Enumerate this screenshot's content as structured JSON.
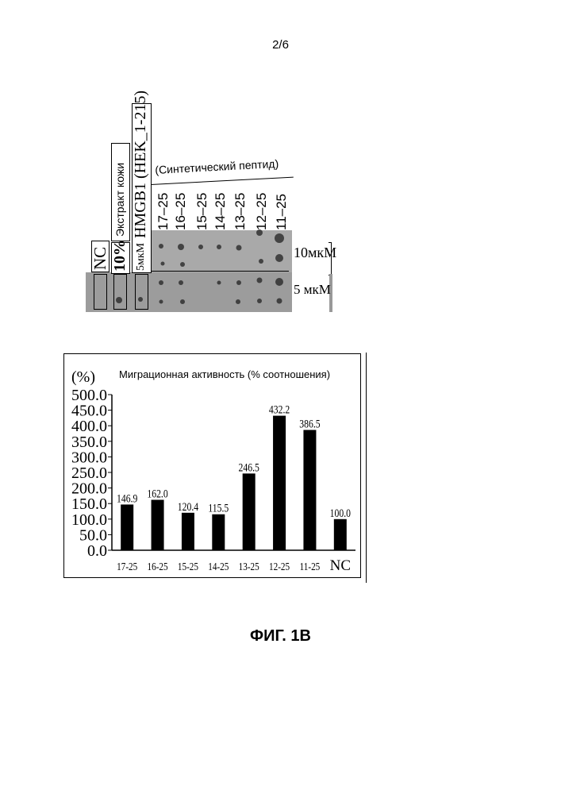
{
  "page_number": "2/6",
  "blot": {
    "label_nc": "NC",
    "label_percent": "10%",
    "label_extract": "Экстракт кожи",
    "label_5mkm": "5мкМ",
    "label_hmgb1": "HMGB1 (HEK_1-215)",
    "synthetic_header": "(Синтетический пептид)",
    "peptides": [
      "17–25",
      "16–25",
      "15–25",
      "14–25",
      "13–25",
      "12–25",
      "11–25"
    ],
    "conc_10": "10мкМ",
    "conc_5": "5 мкМ"
  },
  "chart_data": {
    "type": "bar",
    "title": "Миграционная активность (% соотношения)",
    "ylabel": "(%)",
    "categories": [
      "17-25",
      "16-25",
      "15-25",
      "14-25",
      "13-25",
      "12-25",
      "11-25",
      "NC"
    ],
    "values": [
      146.9,
      162.0,
      120.4,
      115.5,
      246.5,
      432.2,
      386.5,
      100.0
    ],
    "value_labels": [
      "146.9",
      "162.0",
      "120.4",
      "115.5",
      "246.5",
      "432.2",
      "386.5",
      "100.0"
    ],
    "ylim": [
      0,
      500
    ],
    "yticks": [
      "500.0",
      "450.0",
      "400.0",
      "350.0",
      "300.0",
      "250.0",
      "200.0",
      "150.0",
      "100.0",
      "50.0",
      "0.0"
    ],
    "bar_color": "#000000",
    "grid": false
  },
  "figure_caption": "ФИГ. 1В"
}
